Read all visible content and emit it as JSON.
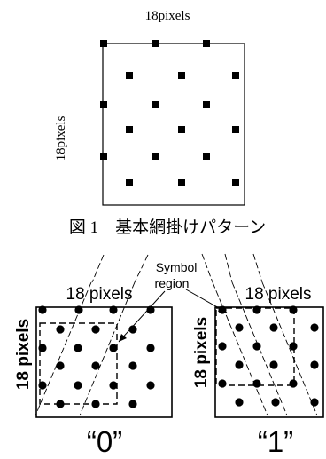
{
  "figure1": {
    "size_top_label": "18pixels",
    "size_side_label": "18pixels",
    "caption": "図 1　基本網掛けパターン"
  },
  "figure2": {
    "symbol_region_label": [
      "Symbol",
      "region"
    ],
    "left_panel": {
      "top_label": "18 pixels",
      "side_label": "18 pixels",
      "value_label": "“0”"
    },
    "right_panel": {
      "top_label": "18 pixels",
      "side_label": "18 pixels",
      "value_label": "“1”"
    }
  },
  "colors": {
    "ink": "#000000",
    "background": "#ffffff"
  }
}
